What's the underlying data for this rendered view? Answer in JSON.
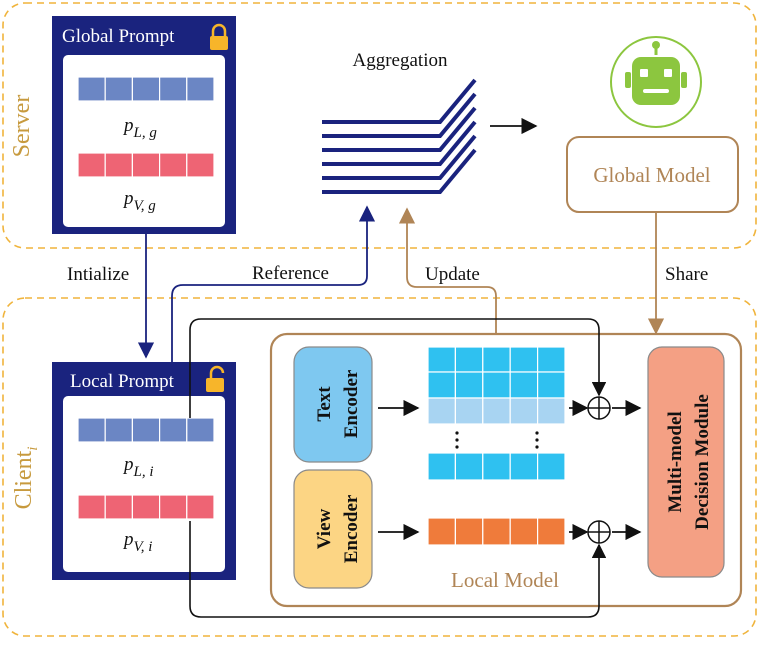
{
  "server": {
    "label": "Server"
  },
  "client": {
    "label": "Client",
    "subscript": "i"
  },
  "global_prompt": {
    "title": "Global Prompt",
    "lang_prompt": {
      "symbol": "p",
      "subscript": "L, g"
    },
    "vis_prompt": {
      "symbol": "p",
      "subscript": "V, g"
    }
  },
  "local_prompt": {
    "title": "Local Prompt",
    "lang_prompt": {
      "symbol": "p",
      "subscript": "L, i"
    },
    "vis_prompt": {
      "symbol": "p",
      "subscript": "V, i"
    }
  },
  "aggregation": {
    "label": "Aggregation"
  },
  "global_model": {
    "label": "Global Model"
  },
  "local_model": {
    "label": "Local Model"
  },
  "text_encoder": {
    "line1": "Text",
    "line2": "Encoder"
  },
  "view_encoder": {
    "line1": "View",
    "line2": "Encoder"
  },
  "decision_module": {
    "line1": "Multi-model",
    "line2": "Decision Module"
  },
  "arrows": {
    "initialize": "Intialize",
    "reference": "Reference",
    "update": "Update",
    "share": "Share"
  },
  "colors": {
    "navy": "#1a237e",
    "gold_dashed": "#f0b43c",
    "brown": "#b08556",
    "lang_prompt": "#6b86c4",
    "vis_prompt": "#ee6474",
    "text_feature": "#2fc1f0",
    "text_feature_light": "#a8d4f2",
    "view_feature": "#ef7b3b",
    "text_encoder": "#7ec8f0",
    "view_encoder": "#fcd584",
    "decision": "#f4a084",
    "robot": "#8cc63f"
  }
}
